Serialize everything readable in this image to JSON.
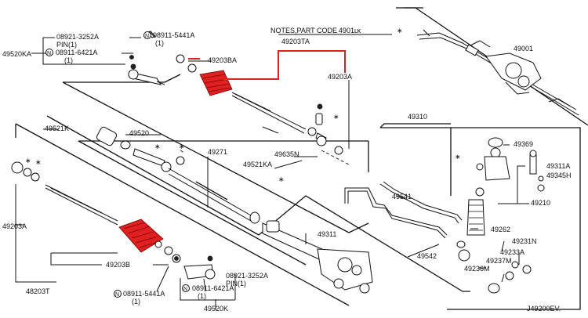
{
  "diagram": {
    "notes_label": "NOTES,PART CODE",
    "notes_code": "4901ʟᴋ",
    "diagram_code": "J49200EV.",
    "highlight_color": "#e02020",
    "part_numbers": {
      "p49203TA": "49203TA",
      "p49203BA": "49203BA",
      "p49203A_right": "49203A",
      "p49001": "49001",
      "p49310": "49310",
      "p49369": "49369",
      "p49311A": "49311A",
      "p49345H": "49345H",
      "p49210": "49210",
      "p49541": "49541",
      "p49542": "49542",
      "p49262": "49262",
      "p49231N": "49231N",
      "p49233A": "49233A",
      "p49237M": "49237M",
      "p49236M": "49236M",
      "p49311": "49311",
      "p49271": "49271",
      "p49520": "49520",
      "p49635N": "49635N",
      "p49521KA": "49521KA",
      "p49521K": "49521K",
      "p49203A_left": "49203A",
      "p49203B": "49203B",
      "p48203T": "48203T",
      "p49520K_bottom": "49520K",
      "p49520KA": "49520KA"
    },
    "callouts": {
      "top_pin_part": "08921-3252A",
      "top_pin_label": "PIN(1)",
      "top_nut1": "08911-5441A",
      "top_nut1_qty": "(1)",
      "top_nut2": "08911-6421A",
      "top_nut2_qty": "(1)",
      "bot_nut1": "08911-5441A",
      "bot_nut1_qty": "(1)",
      "bot_pin_part": "08921-3252A",
      "bot_pin_label": "PIN(1)",
      "bot_nut2": "08911-6421A",
      "bot_nut2_qty": "(1)"
    },
    "symbols": {
      "n_marker": "N",
      "star": "∗"
    }
  }
}
